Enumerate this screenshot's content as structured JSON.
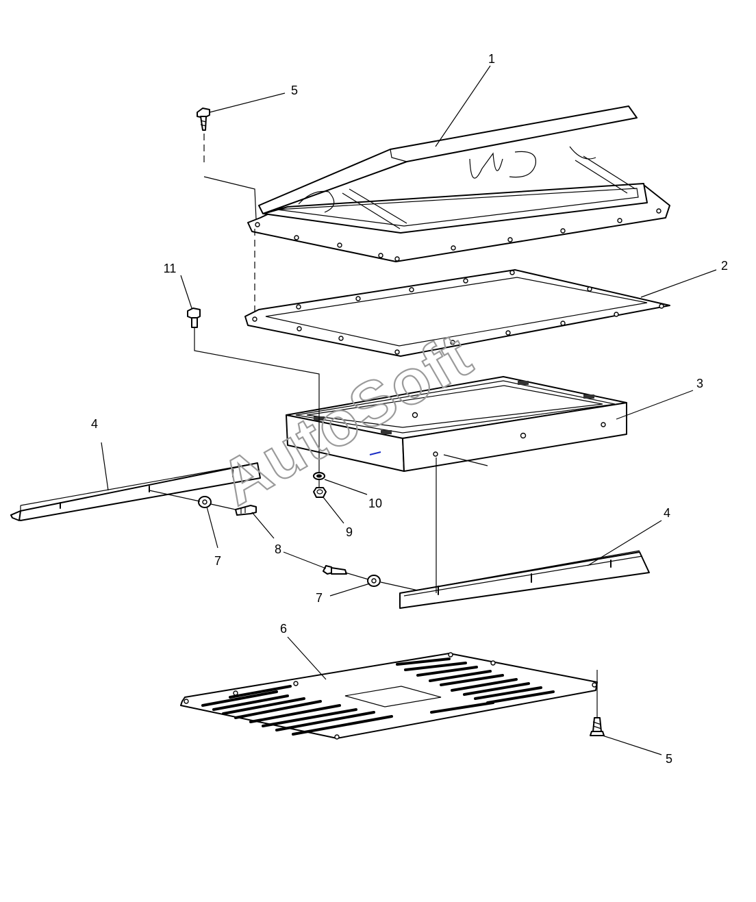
{
  "watermark": "AutoSoft",
  "callouts": {
    "c1": "1",
    "c2": "2",
    "c3": "3",
    "c4a": "4",
    "c4b": "4",
    "c5a": "5",
    "c5b": "5",
    "c6": "6",
    "c7a": "7",
    "c7b": "7",
    "c8": "8",
    "c9": "9",
    "c10": "10",
    "c11": "11"
  }
}
